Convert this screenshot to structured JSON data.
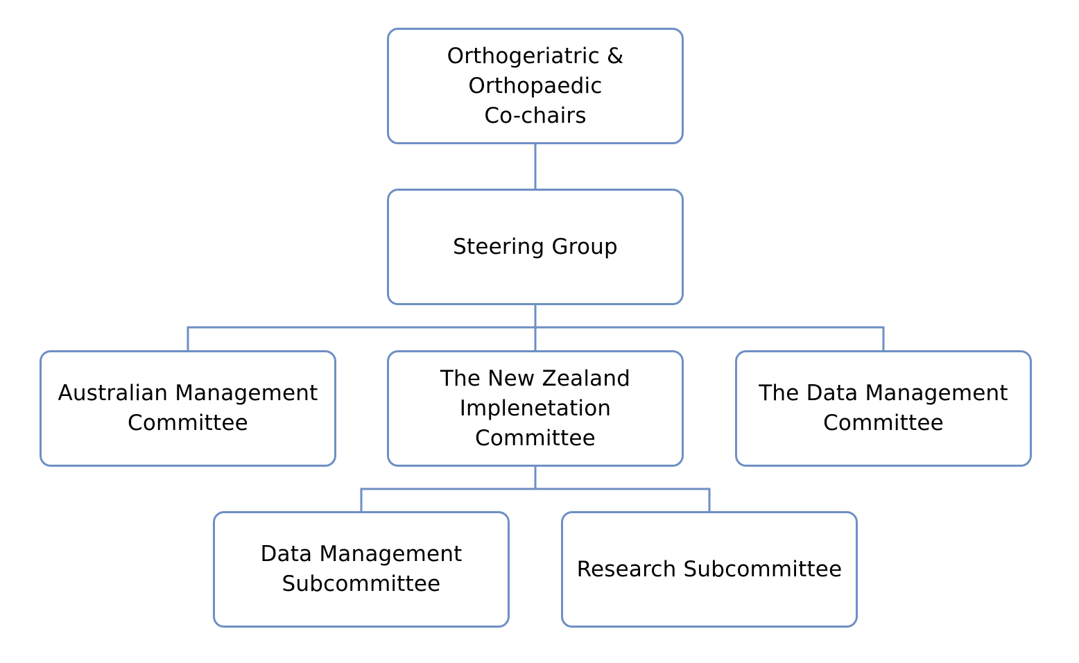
{
  "diagram": {
    "type": "org-chart",
    "line_color": "#6e8fc4",
    "nodes": {
      "cochairs": {
        "label": "Orthogeriatric &\nOrthopaedic\nCo-chairs"
      },
      "steering": {
        "label": "Steering Group"
      },
      "australian": {
        "label": "Australian Management\nCommittee"
      },
      "nz": {
        "label": "The New Zealand\nImplenetation\nCommittee"
      },
      "datamgmt": {
        "label": "The Data Management\nCommittee"
      },
      "datasub": {
        "label": "Data Management\nSubcommittee"
      },
      "research": {
        "label": "Research Subcommittee"
      }
    },
    "edges": [
      {
        "from": "cochairs",
        "to": "steering"
      },
      {
        "from": "steering",
        "to": "australian"
      },
      {
        "from": "steering",
        "to": "nz"
      },
      {
        "from": "steering",
        "to": "datamgmt"
      },
      {
        "from": "nz",
        "to": "datasub"
      },
      {
        "from": "nz",
        "to": "research"
      }
    ]
  }
}
